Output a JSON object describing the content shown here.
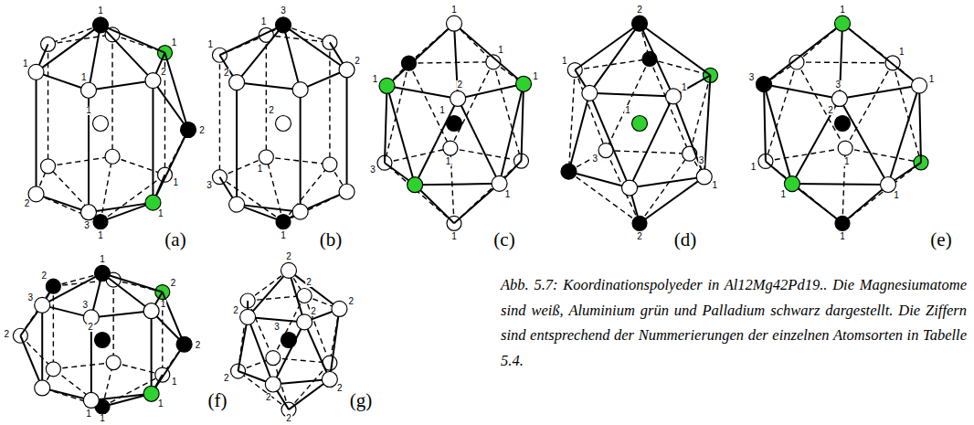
{
  "diagram": {
    "caption": "Abb. 5.7: Koordinationspolyeder in Al12Mg42Pd19.. Die Magnesiumatome sind weiß, Aluminium grün und Palladium schwarz dargestellt. Die Ziffern sind entsprechend der Nummerierungen der einzelnen Atomsorten in Tabelle 5.4.",
    "labels": [
      "1",
      "2",
      "1",
      "1",
      "1",
      "1",
      "2",
      "1",
      "3",
      "2",
      "1",
      "1",
      "(a)",
      "3",
      "2",
      "2",
      "1",
      "2",
      "1",
      "3",
      "1",
      "1",
      "(b)",
      "1",
      "1",
      "2",
      "1",
      "1",
      "1",
      "1",
      "3",
      "1",
      "1",
      "(c)",
      "2",
      "1",
      "1",
      "1",
      "1",
      "3",
      "3",
      "2",
      "(d)",
      "1",
      "1",
      "3",
      "1",
      "3",
      "2",
      "1",
      "1",
      "1",
      "1",
      "1",
      "(e)",
      "1",
      "2",
      "1",
      "2",
      "3",
      "2",
      "2",
      "3",
      "1",
      "1",
      "1",
      "1",
      "2",
      "(f)",
      "2",
      "2",
      "2",
      "2",
      "2",
      "3",
      "2",
      "2",
      "2",
      "2",
      "(g)"
    ]
  }
}
